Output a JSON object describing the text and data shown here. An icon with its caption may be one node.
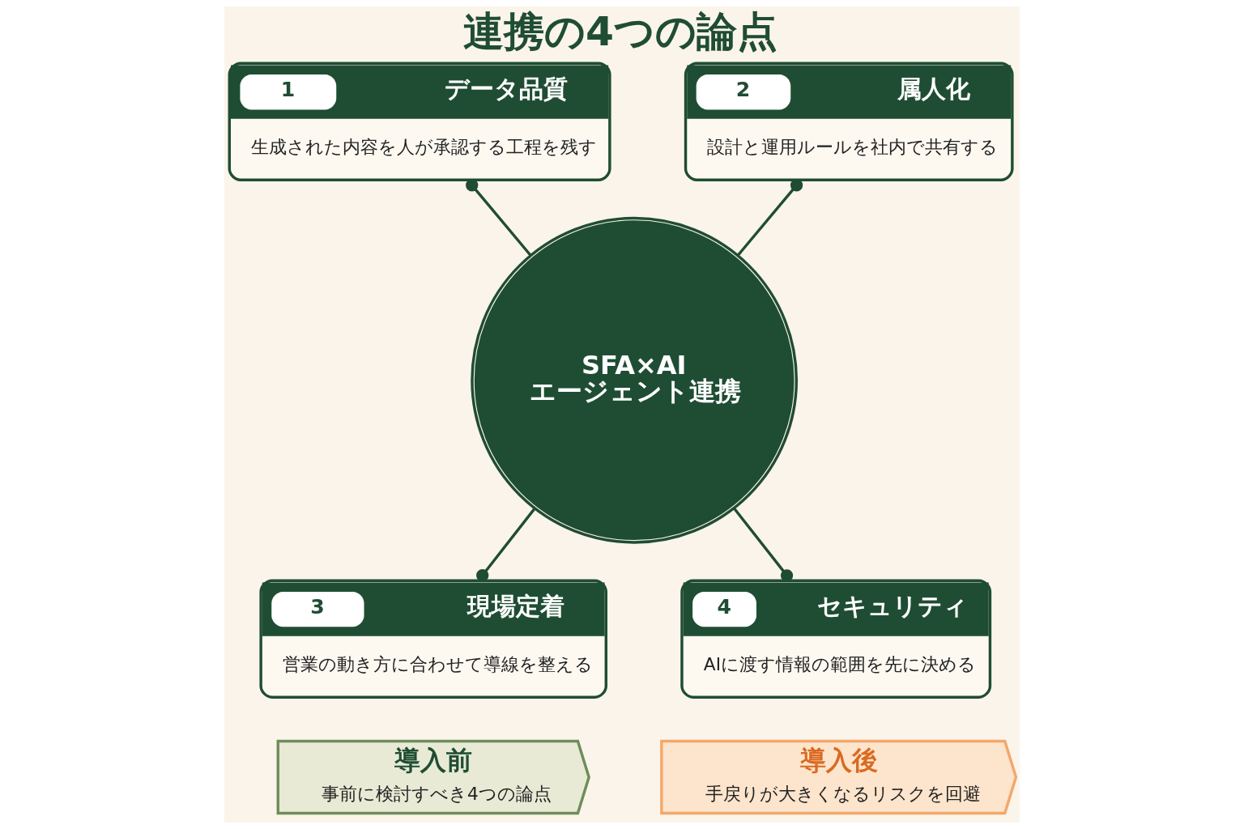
{
  "diagram": {
    "title": "連携の4つの論点",
    "nodes": [
      {
        "text": [
          "1",
          "データ品質",
          "生成された内容を人が承認する工程を残す"
        ]
      },
      {
        "text": [
          "2",
          "属人化",
          "設計と運用ルールを社内で共有する"
        ]
      },
      {
        "text": [
          "SFA×AIエージェント連携"
        ]
      },
      {
        "text": [
          "3",
          "現場定着",
          "営業の動き方に合わせて導線を整える"
        ]
      },
      {
        "text": [
          "4",
          "セキュリティ",
          "AIに渡す情報の範囲を先に決める"
        ]
      },
      {
        "text": [
          "導入前",
          "事前に検討すべき4つの論点"
        ]
      },
      {
        "text": [
          "導入後",
          "手戻りが大きくなるリスクを回避"
        ]
      }
    ],
    "edges": [
      {
        "from": 0,
        "to": 2,
        "arrow": "other"
      },
      {
        "from": 1,
        "to": 2,
        "arrow": "other"
      },
      {
        "from": 2,
        "to": 3,
        "arrow": "other"
      },
      {
        "from": 2,
        "to": 4,
        "arrow": "other"
      }
    ]
  }
}
